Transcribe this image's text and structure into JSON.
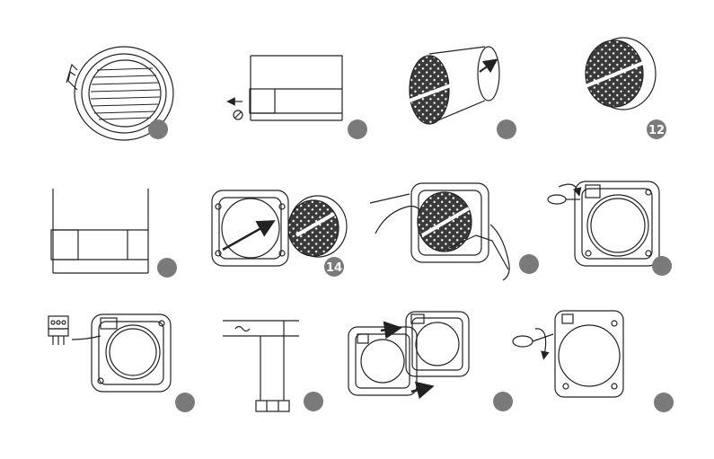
{
  "colors": {
    "line": "#222222",
    "badge": "#7a7a7a",
    "badge_text": "#ffffff",
    "mesh": "#3a3a3a",
    "background": "#ffffff"
  },
  "steps": [
    {
      "number": "",
      "illustration": "round-louvered-grille"
    },
    {
      "number": "",
      "illustration": "wall-section-remove-fan"
    },
    {
      "number": "",
      "illustration": "pull-out-filter-tube"
    },
    {
      "number": "12",
      "illustration": "filter-in-tube"
    },
    {
      "number": "",
      "illustration": "wall-section"
    },
    {
      "number": "14",
      "illustration": "insert-fan-in-frame"
    },
    {
      "number": "",
      "illustration": "hands-mark-holes"
    },
    {
      "number": "",
      "illustration": "screw-frame"
    },
    {
      "number": "",
      "illustration": "connect-terminal-wires"
    },
    {
      "number": "",
      "illustration": "wiring-diagram"
    },
    {
      "number": "",
      "illustration": "assemble-frames"
    },
    {
      "number": "",
      "illustration": "screw-outer-frame"
    }
  ]
}
